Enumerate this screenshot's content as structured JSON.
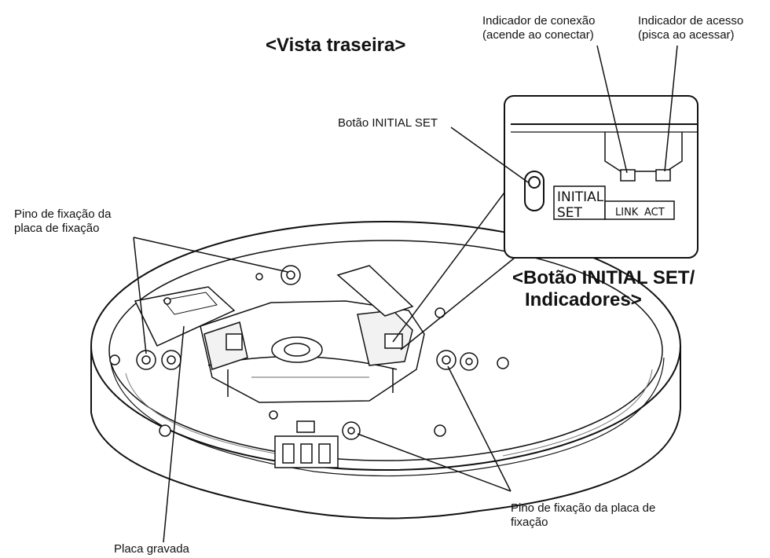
{
  "view_title": "<Vista traseira>",
  "inset_title": {
    "line1": "<Botão INITIAL SET/",
    "line2": "Indicadores>"
  },
  "callouts": {
    "link_indicator": {
      "line1": "Indicador de conexão",
      "line2": "(acende ao conectar)"
    },
    "access_indicator": {
      "line1": "Indicador de acesso",
      "line2": "(pisca ao acessar)"
    },
    "initial_set_button": {
      "line1": "Botão INITIAL SET"
    },
    "fixing_pin_left": {
      "line1": "Pino de fixação da",
      "line2": "placa de fixação"
    },
    "fixing_pin_right": {
      "line1": "Pino de fixação da placa de",
      "line2": "fixação"
    },
    "engraved_plate": {
      "line1": "Placa gravada"
    }
  },
  "panel_markings": {
    "initial": "INITIAL",
    "set": "SET",
    "link": "LINK",
    "act": "ACT"
  },
  "colors": {
    "line": "#111111",
    "device_fill": "#ffffff",
    "shadow": "#e4e4e4"
  }
}
